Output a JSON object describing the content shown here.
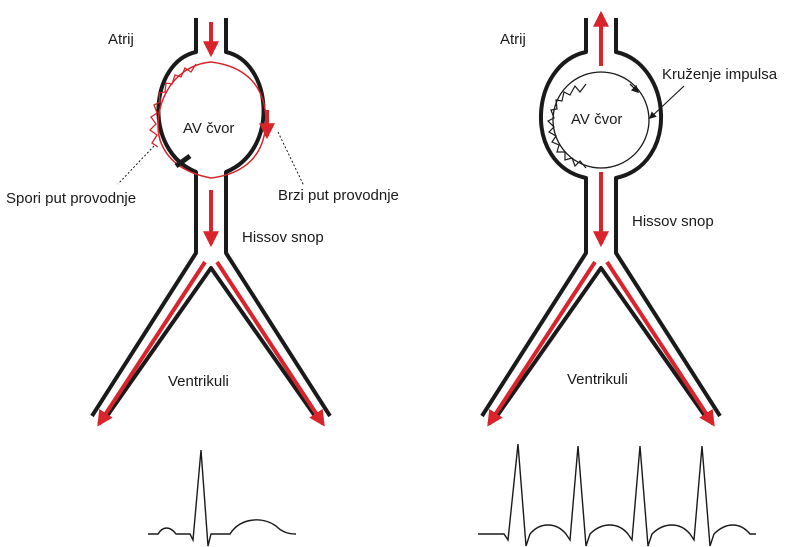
{
  "colors": {
    "conduction_red": "#d8242a",
    "outline_black": "#1a1a1a",
    "background": "#ffffff"
  },
  "left_panel": {
    "label_atrium": "Atrij",
    "label_av_node": "AV čvor",
    "label_slow_path": "Spori put provodnje",
    "label_fast_path": "Brzi put provodnje",
    "label_his_bundle": "Hissov snop",
    "label_ventricles": "Ventrikuli",
    "ecg_beats": 1
  },
  "right_panel": {
    "label_atrium": "Atrij",
    "label_av_node": "AV čvor",
    "label_reentry": "Kruženje impulsa",
    "label_his_bundle": "Hissov snop",
    "label_ventricles": "Ventrikuli",
    "ecg_beats": 4
  }
}
